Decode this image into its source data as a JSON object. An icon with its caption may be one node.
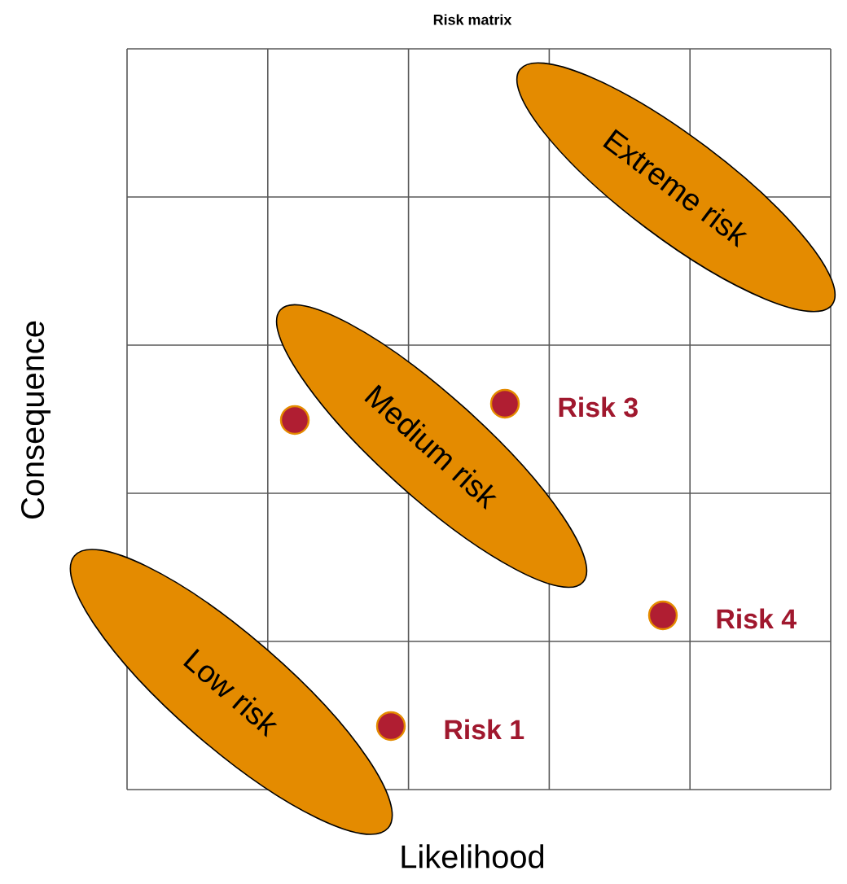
{
  "diagram": {
    "title": "Risk matrix",
    "nodes": [
      {
        "text": [
          "Extreme risk"
        ]
      },
      {
        "text": [
          "Medium risk"
        ]
      },
      {
        "text": [],
        "shape": "circle"
      },
      {
        "text": [],
        "shape": "circle"
      },
      {
        "text": [
          "Low risk"
        ]
      },
      {
        "text": [],
        "shape": "circle",
        "beside": [
          "Risk 4"
        ]
      },
      {
        "text": [],
        "shape": "circle",
        "beside": [
          "Risk 1"
        ]
      }
    ],
    "labels": [
      "Risk 3",
      "Consequence",
      "Likelihood"
    ]
  }
}
